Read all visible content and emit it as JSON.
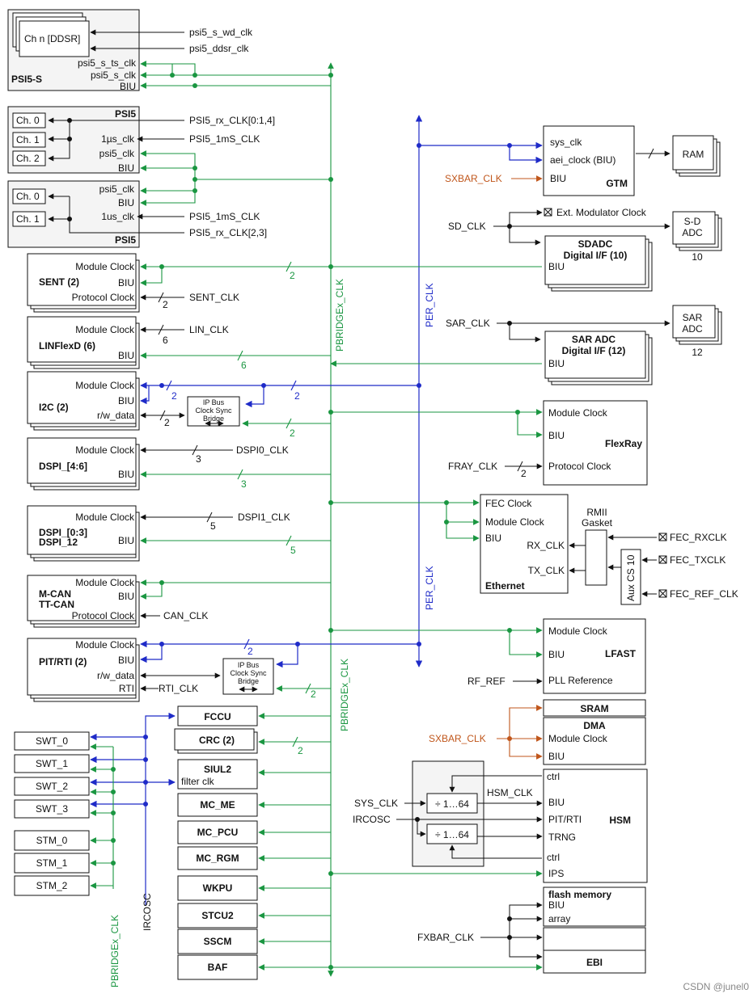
{
  "colors": {
    "green": "#1a9641",
    "blue": "#1f2bc8",
    "orange": "#c0561b",
    "black": "#111111"
  },
  "icons": {
    "crossbox": "crossed-square-icon"
  },
  "psi5s": {
    "title": "PSI5-S",
    "chn": "Ch n [DDSR]",
    "wd_clk": "psi5_s_wd_clk",
    "ddsr_clk": "psi5_ddsr_clk",
    "ts_clk": "psi5_s_ts_clk",
    "s_clk": "psi5_s_clk",
    "biu": "BIU"
  },
  "psi5a": {
    "title": "PSI5",
    "ch0": "Ch. 0",
    "ch1": "Ch. 1",
    "ch2": "Ch. 2",
    "rx": "PSI5_rx_CLK[0:1,4]",
    "us": "1µs_clk",
    "ms": "PSI5_1mS_CLK",
    "clk": "psi5_clk",
    "biu": "BIU"
  },
  "psi5b": {
    "title": "PSI5",
    "ch0": "Ch. 0",
    "ch1": "Ch. 1",
    "clk": "psi5_clk",
    "biu": "BIU",
    "us": "1us_clk",
    "ms": "PSI5_1mS_CLK",
    "rx": "PSI5_rx_CLK[2,3]"
  },
  "sent": {
    "title": "SENT (2)",
    "module": "Module Clock",
    "biu": "BIU",
    "protocol": "Protocol Clock",
    "sent_clk": "SENT_CLK",
    "n2": "2",
    "bus2": "2"
  },
  "linflex": {
    "title": "LINFlexD (6)",
    "module": "Module Clock",
    "biu": "BIU",
    "lin_clk": "LIN_CLK",
    "n6": "6",
    "bus6": "6"
  },
  "i2c": {
    "title": "I2C (2)",
    "module": "Module Clock",
    "biu": "BIU",
    "rw": "r/w_data",
    "n2a": "2",
    "n2b": "2",
    "n2c": "2",
    "n2d": "2"
  },
  "bridge": {
    "l1": "IP Bus",
    "l2": "Clock Sync",
    "l3": "Bridge"
  },
  "dspi46": {
    "title": "DSPI_[4:6]",
    "module": "Module Clock",
    "biu": "BIU",
    "clk": "DSPI0_CLK",
    "n3a": "3",
    "n3b": "3"
  },
  "dspi03": {
    "title1": "DSPI_[0:3]",
    "title2": "DSPI_12",
    "module": "Module Clock",
    "biu": "BIU",
    "clk": "DSPI1_CLK",
    "n5a": "5",
    "n5b": "5"
  },
  "mcan": {
    "title1": "M-CAN",
    "title2": "TT-CAN",
    "module": "Module Clock",
    "biu": "BIU",
    "protocol": "Protocol Clock",
    "can_clk": "CAN_CLK"
  },
  "pit": {
    "title": "PIT/RTI (2)",
    "module": "Module Clock",
    "biu": "BIU",
    "rw": "r/w_data",
    "rti": "RTI",
    "rti_clk": "RTI_CLK",
    "n2a": "2",
    "n2b": "2"
  },
  "left_blocks": {
    "fccu": "FCCU",
    "crc": "CRC (2)",
    "crc_n": "2",
    "siul2": "SIUL2",
    "filter": "filter clk",
    "mc_me": "MC_ME",
    "mc_pcu": "MC_PCU",
    "mc_rgm": "MC_RGM",
    "wkpu": "WKPU",
    "stcu2": "STCU2",
    "sscm": "SSCM",
    "baf": "BAF"
  },
  "timers": {
    "swt": [
      "SWT_0",
      "SWT_1",
      "SWT_2",
      "SWT_3"
    ],
    "stm": [
      "STM_0",
      "STM_1",
      "STM_2"
    ],
    "ircosc": "IRCOSC",
    "pbridge": "PBRIDGEx_CLK"
  },
  "bus": {
    "pbridge_upper": "PBRIDGEx_CLK",
    "pbridge_lower": "PBRIDGEx_CLK",
    "per_upper": "PER_CLK",
    "per_lower": "PER_CLK"
  },
  "gtm": {
    "title": "GTM",
    "sys": "sys_clk",
    "aei": "aei_clock (BIU)",
    "biu": "BIU",
    "sxbar": "SXBAR_CLK",
    "ram": "RAM"
  },
  "sdadc": {
    "title1": "SDADC",
    "title2": "Digital I/F (10)",
    "biu": "BIU",
    "sd_clk": "SD_CLK",
    "ext": "Ext. Modulator Clock",
    "adc1": "S-D",
    "adc2": "ADC",
    "n10": "10"
  },
  "saradc": {
    "title1": "SAR ADC",
    "title2": "Digital I/F (12)",
    "biu": "BIU",
    "sar_clk": "SAR_CLK",
    "adc1": "SAR",
    "adc2": "ADC",
    "n12": "12"
  },
  "flexray": {
    "title": "FlexRay",
    "module": "Module Clock",
    "biu": "BIU",
    "protocol": "Protocol Clock",
    "fray_clk": "FRAY_CLK",
    "n2": "2"
  },
  "ethernet": {
    "title": "Ethernet",
    "fec": "FEC Clock",
    "module": "Module Clock",
    "biu": "BIU",
    "rx": "RX_CLK",
    "tx": "TX_CLK",
    "rmii1": "RMII",
    "rmii2": "Gasket",
    "aux": "Aux CS 10",
    "fec_rx": "FEC_RXCLK",
    "fec_tx": "FEC_TXCLK",
    "fec_ref": "FEC_REF_CLK"
  },
  "lfast": {
    "title": "LFAST",
    "module": "Module Clock",
    "biu": "BIU",
    "pll": "PLL Reference",
    "rf_ref": "RF_REF"
  },
  "sram": {
    "sram": "SRAM",
    "dma": "DMA",
    "module": "Module Clock",
    "biu": "BIU",
    "sxbar": "SXBAR_CLK"
  },
  "hsm": {
    "title": "HSM",
    "ctrl1": "ctrl",
    "hsm_clk": "HSM_CLK",
    "biu": "BIU",
    "pit": "PIT/RTI",
    "trng": "TRNG",
    "ctrl2": "ctrl",
    "ips": "IPS",
    "div1": "÷ 1…64",
    "div2": "÷ 1…64",
    "sys_clk": "SYS_CLK",
    "ircosc": "IRCOSC"
  },
  "flash": {
    "title": "flash memory",
    "biu": "BIU",
    "array": "array",
    "ebi": "EBI",
    "fxbar": "FXBAR_CLK"
  },
  "watermark": "CSDN @junel0"
}
